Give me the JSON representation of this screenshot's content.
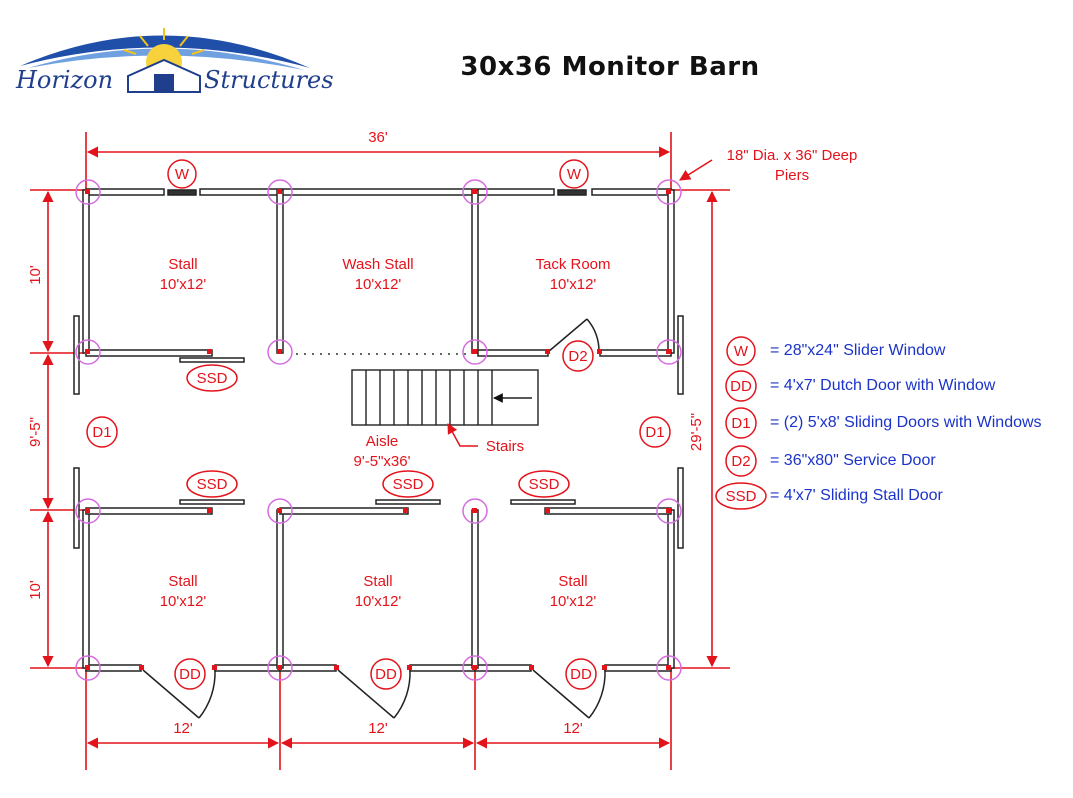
{
  "title": "30x36 Monitor Barn",
  "logo": {
    "word1": "Horizon",
    "word2": "Structures"
  },
  "dimensions": {
    "top_width": "36'",
    "bottom_segment": "12'",
    "left_top": "10'",
    "left_mid": "9'-5\"",
    "left_bottom": "10'",
    "right_total": "29'-5\""
  },
  "pier_note": [
    "18\" Dia. x 36\" Deep",
    "Piers"
  ],
  "rooms": [
    {
      "name": "Stall",
      "size": "10'x12'"
    },
    {
      "name": "Wash Stall",
      "size": "10'x12'"
    },
    {
      "name": "Tack Room",
      "size": "10'x12'"
    },
    {
      "name": "Stall",
      "size": "10'x12'"
    },
    {
      "name": "Stall",
      "size": "10'x12'"
    },
    {
      "name": "Stall",
      "size": "10'x12'"
    }
  ],
  "aisle": {
    "name": "Aisle",
    "size": "9'-5\"x36'"
  },
  "stairs_label": "Stairs",
  "symbols": {
    "w": "W",
    "dd": "DD",
    "d1": "D1",
    "d2": "D2",
    "ssd": "SSD"
  },
  "legend": [
    {
      "code": "W",
      "text": "= 28\"x24\" Slider Window"
    },
    {
      "code": "DD",
      "text": "= 4'x7' Dutch Door with Window"
    },
    {
      "code": "D1",
      "text": "= (2) 5'x8' Sliding Doors with Windows"
    },
    {
      "code": "D2",
      "text": "= 36\"x80\" Service Door"
    },
    {
      "code": "SSD",
      "text": "= 4'x7' Sliding Stall Door"
    }
  ],
  "colors": {
    "dimension": "#e3131b",
    "pier": "#d56de0",
    "legend_text": "#1b33c8",
    "logo_blue": "#1f3f8c",
    "wall": "#222222"
  }
}
